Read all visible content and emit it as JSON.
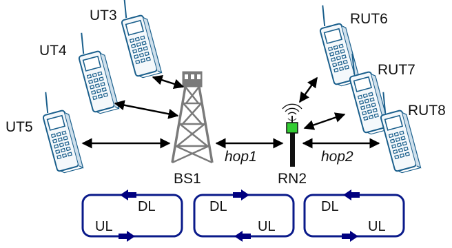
{
  "diagram": {
    "terminals": {
      "ut3": "UT3",
      "ut4": "UT4",
      "ut5": "UT5",
      "rut6": "RUT6",
      "rut7": "RUT7",
      "rut8": "RUT8"
    },
    "base_station": "BS1",
    "relay_node": "RN2",
    "hops": {
      "hop1": "hop1",
      "hop2": "hop2"
    },
    "loops": [
      {
        "dl": "DL",
        "ul": "UL"
      },
      {
        "dl": "DL",
        "ul": "UL"
      },
      {
        "dl": "DL",
        "ul": "UL"
      }
    ],
    "colors": {
      "phone": "#1a5f8c",
      "phone_fill": "#f4f8fb",
      "tower": "#7a7a7a",
      "relay_pole": "#111111",
      "relay_box": "#33cc33",
      "loop": "#0a1a8a",
      "loop_arrow": "#000080",
      "arrow": "#000000"
    }
  }
}
